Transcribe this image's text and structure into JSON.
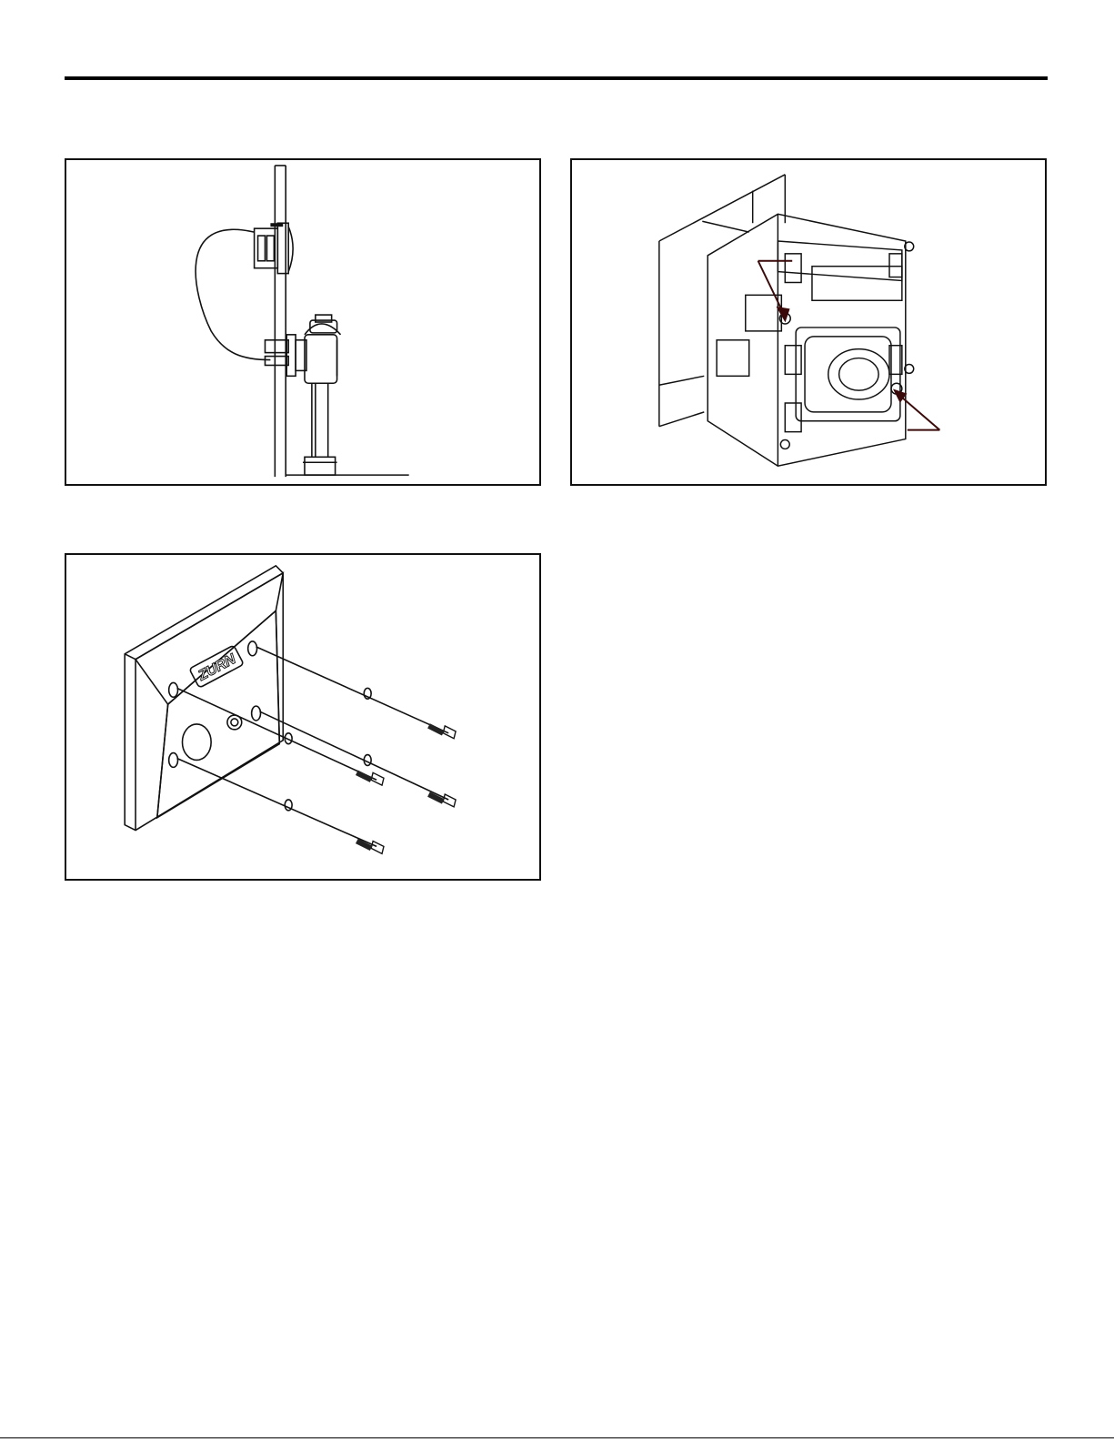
{
  "figures": [
    {
      "id": "figure-1",
      "icons": [
        "sensor-icon",
        "flush-valve-icon",
        "wall-icon",
        "cable-icon"
      ]
    },
    {
      "id": "figure-2",
      "icons": [
        "wall-box-icon",
        "arrow-icon"
      ]
    },
    {
      "id": "figure-3",
      "icons": [
        "cover-plate-icon",
        "screw-icon"
      ],
      "logo_text": "ZURN"
    }
  ],
  "colors": {
    "line": "#111111",
    "background": "#ffffff",
    "arrow": "#3a0a0a"
  }
}
